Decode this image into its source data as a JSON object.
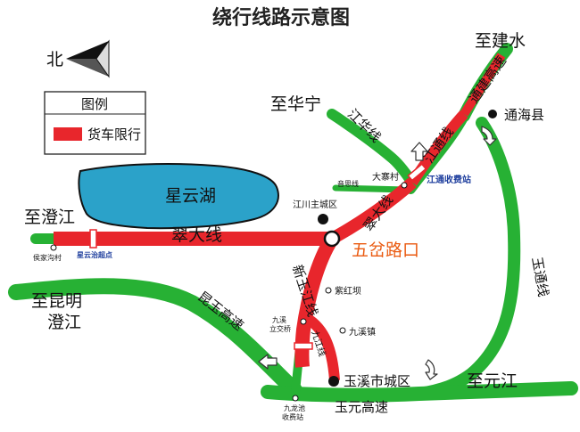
{
  "title": "绕行线路示意图",
  "compass": {
    "label": "北"
  },
  "legend": {
    "heading": "图例",
    "item_label": "货车限行"
  },
  "colors": {
    "restricted": "#e8262c",
    "detour": "#27b134",
    "lake": "#2ba2c9",
    "accent_text": "#ea5a10",
    "toll_text": "#1f3f9e"
  },
  "lake": {
    "name": "星云湖"
  },
  "destinations": {
    "to_jianshui": "至建水",
    "to_huaning": "至华宁",
    "to_chengjiang": "至澄江",
    "to_kunming_line1": "至昆明",
    "to_kunming_line2": "澄江",
    "to_yuanjiang": "至元江"
  },
  "places": {
    "tonghai": "通海县",
    "dazhai": "大寨村",
    "yinsi": "音思线",
    "jiangchuan": "江川主城区",
    "zihongba": "紫红坝",
    "jiuxi_interchange_line1": "九溪",
    "jiuxi_interchange_line2": "立交桥",
    "jiuxi_town": "九溪镇",
    "yuxi_city": "玉溪市城区",
    "houjiagoucun": "侯家沟村",
    "jiulongchi_line1": "九龙池",
    "jiulongchi_line2": "收费站"
  },
  "toll_stations": {
    "jiangtong": "江通收费站",
    "xingyun_checkpoint": "星云治超点"
  },
  "junction": {
    "name": "五岔路口"
  },
  "roads": {
    "cuida": "翠大线",
    "cuida_ne": "翠大线",
    "xinyujiang": "新玉江线",
    "jiuxi_branch": "九江线",
    "jianghua": "江华线",
    "jiangtong_line": "江通线",
    "tongjian": "通建高速",
    "yutong": "玉通线",
    "kunyu": "昆玉高速",
    "yuyuan": "玉元高速"
  }
}
